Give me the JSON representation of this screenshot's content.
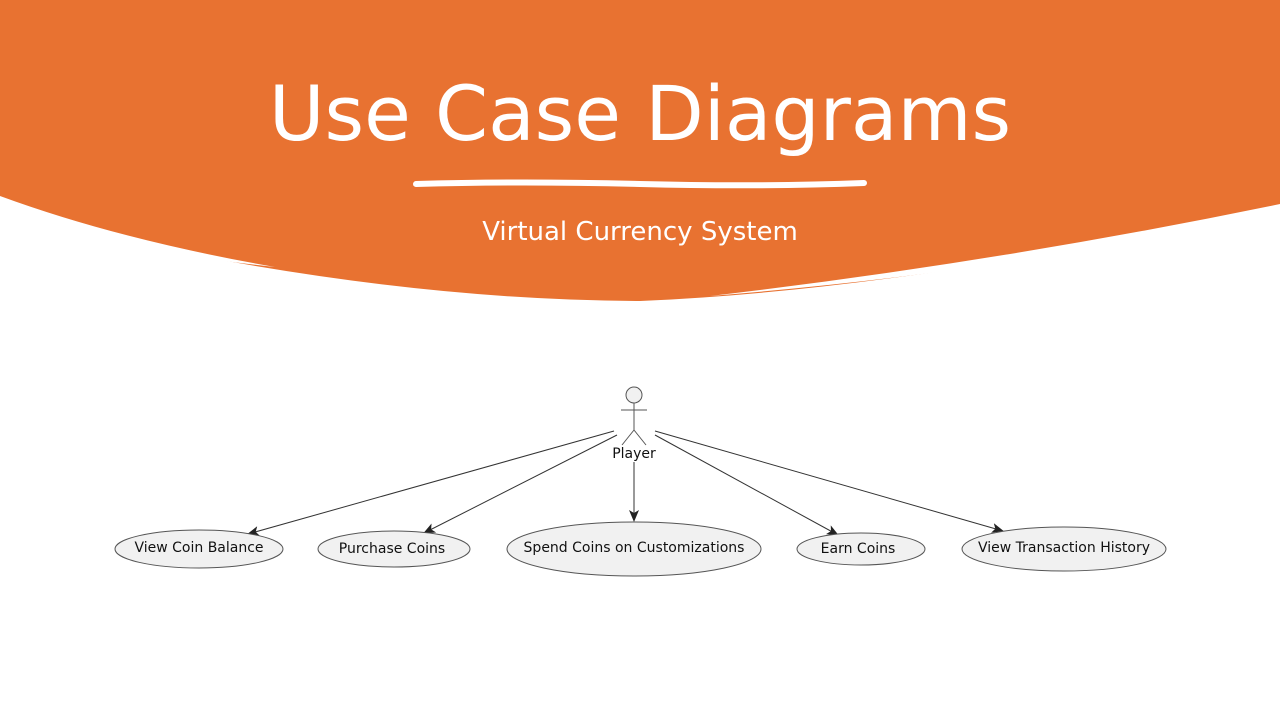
{
  "slide": {
    "title": "Use Case Diagrams",
    "subtitle": "Virtual Currency System",
    "accent_color": "#E87231"
  },
  "diagram": {
    "actor": {
      "label": "Player",
      "icon": "stick-figure-icon"
    },
    "use_cases": [
      {
        "label": "View Coin Balance"
      },
      {
        "label": "Purchase Coins"
      },
      {
        "label": "Spend Coins on Customizations"
      },
      {
        "label": "Earn Coins"
      },
      {
        "label": "View Transaction History"
      }
    ],
    "use_case_fill": "#F1F1F1",
    "use_case_stroke": "#555555"
  }
}
